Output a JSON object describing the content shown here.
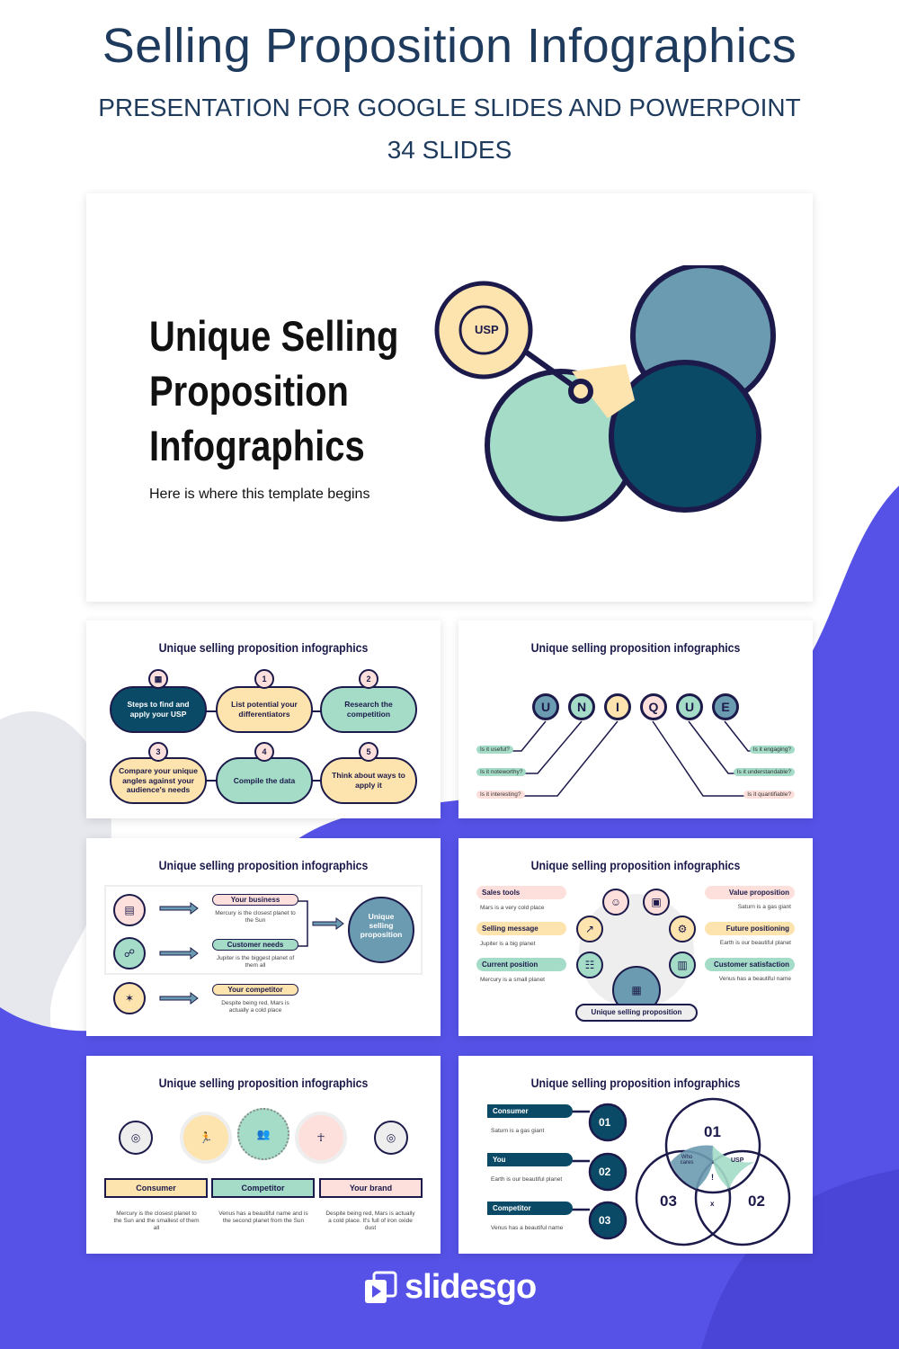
{
  "header": {
    "title": "Selling Proposition Infographics",
    "subtitle": "PRESENTATION FOR GOOGLE SLIDES AND POWERPOINT",
    "slide_count": "34 SLIDES"
  },
  "colors": {
    "navy": "#1b1a4a",
    "teal": "#0b4a66",
    "yellow": "#fde3ad",
    "mint": "#a4dcc8",
    "pink": "#fde0dc",
    "slate": "#6b9bb0",
    "purple": "#5652e8",
    "heading": "#1e3a5c"
  },
  "cover": {
    "title_lines": [
      "Unique Selling",
      "Proposition",
      "Infographics"
    ],
    "tagline": "Here is where this template begins",
    "badge": "USP"
  },
  "slide_title": "Unique selling proposition infographics",
  "steps": {
    "main": "Steps to find and apply your USP",
    "items": [
      {
        "n": "1",
        "text": "List potential your differentiators"
      },
      {
        "n": "2",
        "text": "Research the competition"
      },
      {
        "n": "3",
        "text": "Compare your unique angles against your audience's needs"
      },
      {
        "n": "4",
        "text": "Compile the data"
      },
      {
        "n": "5",
        "text": "Think about ways to apply it"
      }
    ]
  },
  "unique": {
    "letters": [
      "U",
      "N",
      "I",
      "Q",
      "U",
      "E"
    ],
    "questions_left": [
      "Is it useful?",
      "Is it noteworthy?",
      "Is it interesting?"
    ],
    "questions_right": [
      "Is it engaging?",
      "Is it understandable?",
      "Is it quantifiable?"
    ]
  },
  "flow": {
    "items": [
      {
        "label": "Your business",
        "text": "Mercury is the closest planet to the Sun"
      },
      {
        "label": "Customer needs",
        "text": "Jupiter is the biggest planet of them all"
      },
      {
        "label": "Your competitor",
        "text": "Despite being red, Mars is actually a cold place"
      }
    ],
    "result": "Unique selling proposition"
  },
  "wheel": {
    "left": [
      {
        "label": "Sales tools",
        "text": "Mars is a very cold place"
      },
      {
        "label": "Selling message",
        "text": "Jupiter is a big planet"
      },
      {
        "label": "Current position",
        "text": "Mercury is a small planet"
      }
    ],
    "right": [
      {
        "label": "Value proposition",
        "text": "Saturn is a gas giant"
      },
      {
        "label": "Future positioning",
        "text": "Earth is our beautiful planet"
      },
      {
        "label": "Customer satisfaction",
        "text": "Venus has a beautiful name"
      }
    ],
    "center": "Unique selling proposition"
  },
  "triad": {
    "items": [
      {
        "label": "Consumer",
        "text": "Mercury is the closest planet to the Sun and the smallest of them all"
      },
      {
        "label": "Competitor",
        "text": "Venus has a beautiful name and is the second planet from the Sun"
      },
      {
        "label": "Your brand",
        "text": "Despite being red, Mars is actually a cold place. It's full of iron oxide dust"
      }
    ]
  },
  "venn": {
    "items": [
      {
        "label": "Consumer",
        "text": "Saturn is a gas giant",
        "n": "01"
      },
      {
        "label": "You",
        "text": "Earth is our beautiful planet",
        "n": "02"
      },
      {
        "label": "Competitor",
        "text": "Venus has a beautiful name",
        "n": "03"
      }
    ],
    "inner": [
      "Who cares",
      "USP",
      "!",
      "x"
    ]
  },
  "brand": {
    "name": "slidesgo"
  }
}
